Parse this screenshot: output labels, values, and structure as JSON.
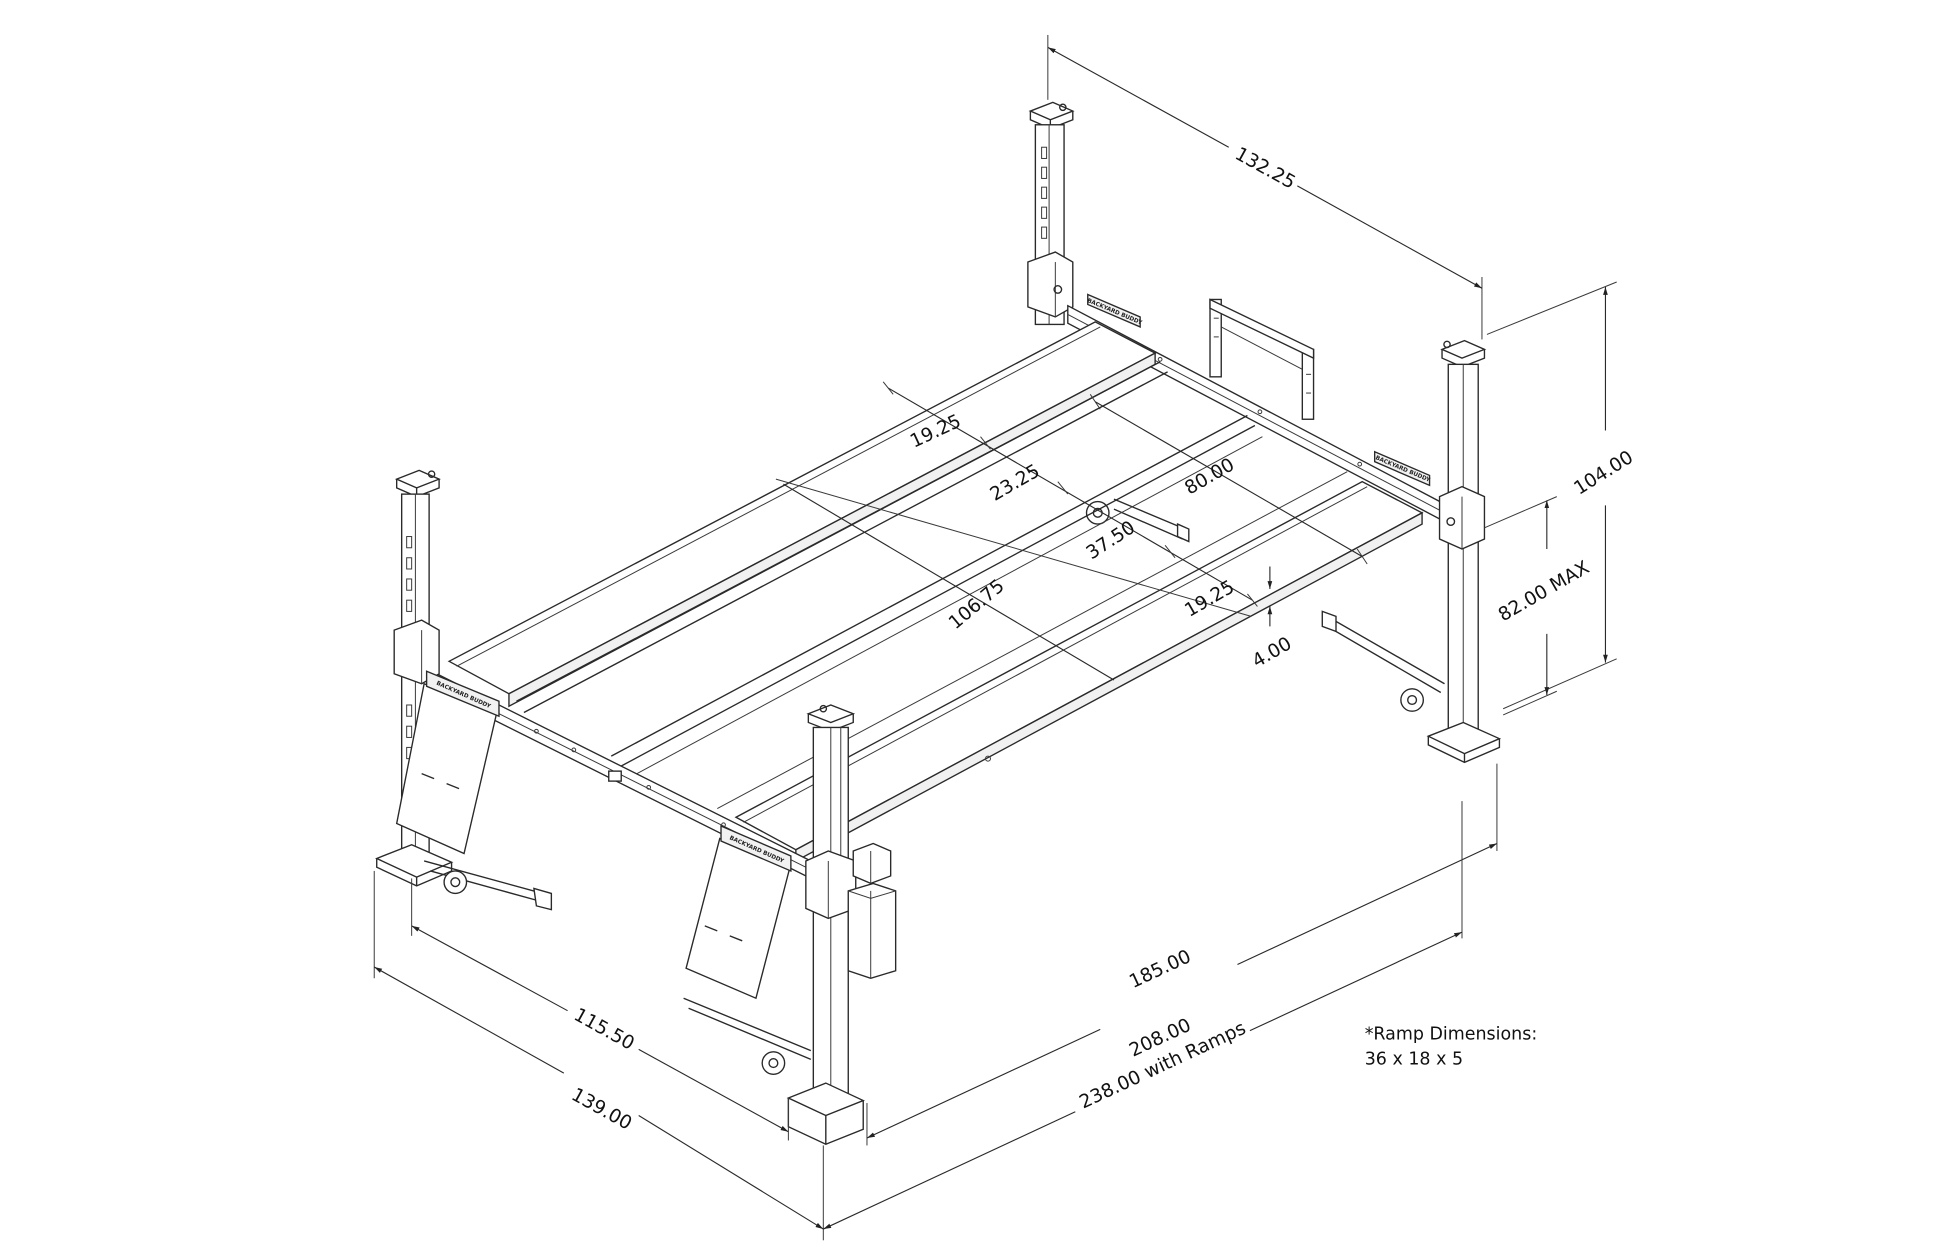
{
  "drawing": {
    "dimensions": {
      "top_width": "132.25",
      "post_height": "104.00",
      "max_lift": "82.00 MAX",
      "runway_width_left": "19.25",
      "runway_gap": "23.25",
      "inside_width": "80.00",
      "runway_centers": "37.50",
      "runway_length": "106.75",
      "runway_width_right": "19.25",
      "runway_height": "4.00",
      "post_length_spacing": "185.00",
      "overall_length": "208.00",
      "overall_length_ramps": "238.00 with Ramps",
      "post_width_spacing": "115.50",
      "overall_width": "139.00"
    },
    "note": {
      "title": "*Ramp Dimensions:",
      "value": "36 x 18 x 5"
    },
    "brand_label": "BACKYARD BUDDY"
  }
}
